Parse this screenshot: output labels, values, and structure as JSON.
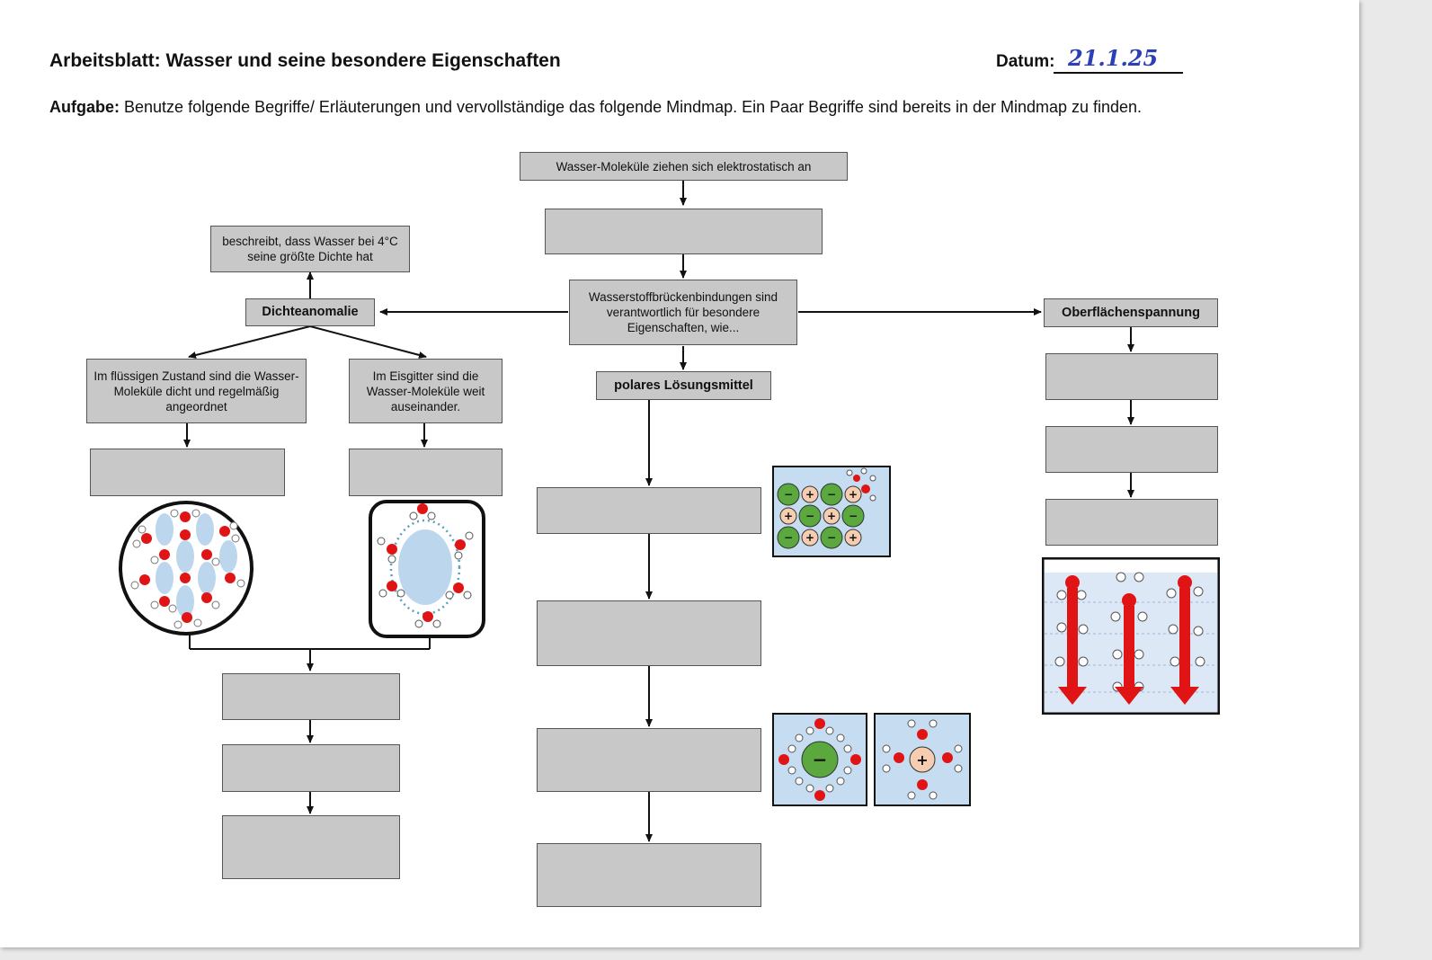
{
  "header": {
    "title": "Arbeitsblatt: Wasser und seine besondere Eigenschaften",
    "datum_label": "Datum:",
    "datum_value": "21.1.25"
  },
  "task": {
    "label": "Aufgabe:",
    "text": "Benutze folgende Begriffe/ Erläuterungen und vervollständige das folgende Mindmap. Ein Paar Begriffe sind bereits in der Mindmap zu finden."
  },
  "mindmap": {
    "top": "Wasser-Moleküle ziehen sich elektrostatisch an",
    "center": "Wasserstoffbrückenbindungen sind verantwortlich für besondere Eigenschaften, wie...",
    "dichte_desc": "beschreibt, dass Wasser bei 4°C seine größte Dichte hat",
    "dichteanomalie": "Dichteanomalie",
    "fluessig": "Im flüssigen Zustand sind die Wasser-Moleküle dicht und regelmäßig angeordnet",
    "eisgitter": "Im Eisgitter sind die Wasser-Moleküle weit auseinander.",
    "loesungsmittel": "polares Lösungsmittel",
    "oberflaechenspannung": "Oberflächenspannung"
  },
  "illustrations": {
    "plus_sign": "+",
    "minus_sign": "−"
  },
  "colors": {
    "box_fill": "#c8c8c8",
    "oxygen": "#e01414",
    "ice_blue": "#bcd6ee",
    "cation": "#f6cdb0",
    "anion": "#5aa83e",
    "arrow_red": "#e01414",
    "datum_ink": "#2b3fb8"
  }
}
